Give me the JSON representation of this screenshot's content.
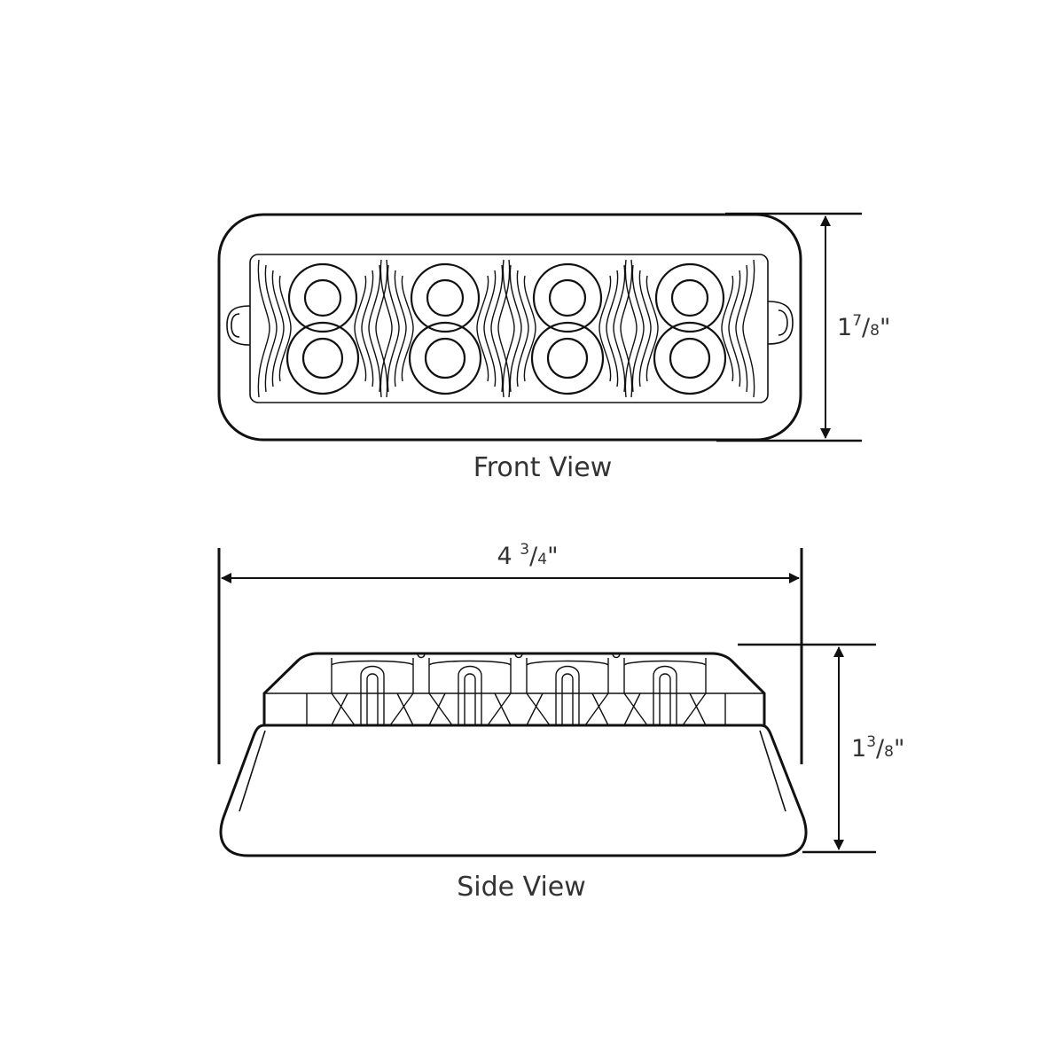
{
  "front_view": {
    "caption": "Front View",
    "height_whole": "1",
    "height_num": "7",
    "height_den": "8",
    "height_unit": "\"",
    "led_count": 4
  },
  "side_view": {
    "caption": "Side View",
    "width_whole": "4",
    "width_num": "3",
    "width_den": "4",
    "width_unit": "\"",
    "height_whole": "1",
    "height_num": "3",
    "height_den": "8",
    "height_unit": "\""
  },
  "colors": {
    "line": "#111111",
    "text": "#333333",
    "background": "#ffffff"
  }
}
